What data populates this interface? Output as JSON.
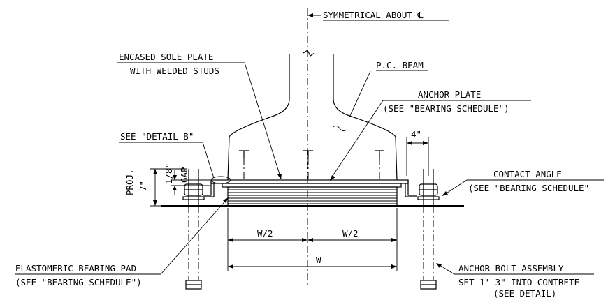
{
  "labels": {
    "symmetrical": "SYMMETRICAL ABOUT ℄",
    "encased_1": "ENCASED SOLE PLATE",
    "encased_2": "WITH WELDED STUDS",
    "pc_beam": "P.C. BEAM",
    "anchor_plate_1": "ANCHOR PLATE",
    "anchor_plate_2": "(SEE \"BEARING SCHEDULE\")",
    "detail_b": "SEE \"DETAIL B\"",
    "four_in": "4\"",
    "contact_1": "CONTACT ANGLE",
    "contact_2": "(SEE \"BEARING SCHEDULE\"",
    "seven_in": "7\"",
    "proj": "PROJ.",
    "one_eighth": "1/8\"",
    "gap": "GAP",
    "w_half_left": "W/2",
    "w_half_right": "W/2",
    "w": "W",
    "elastomeric_1": "ELASTOMERIC BEARING PAD",
    "elastomeric_2": "(SEE \"BEARING SCHEDULE\")",
    "anchor_bolt_1": "ANCHOR BOLT ASSEMBLY",
    "anchor_bolt_2": "SET 1'-3\" INTO CONTRETE",
    "anchor_bolt_3": "(SEE DETAIL)"
  }
}
